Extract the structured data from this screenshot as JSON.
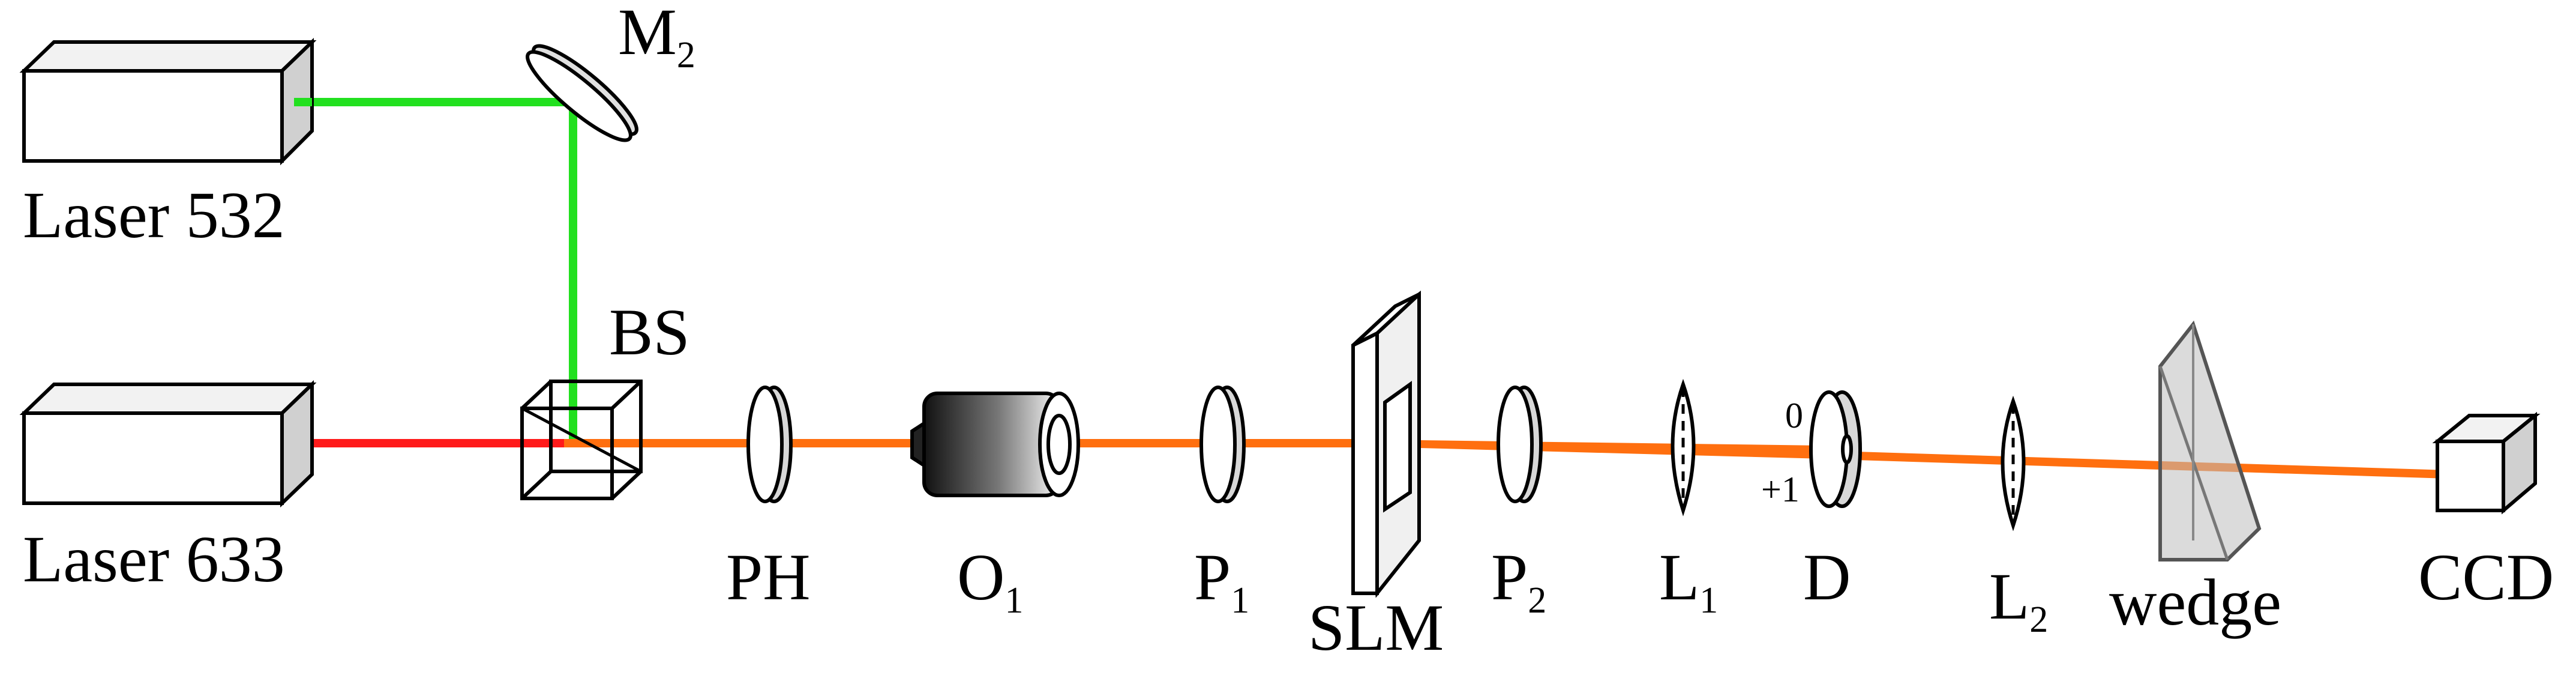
{
  "labels": {
    "laser532": "Laser 532",
    "laser633": "Laser 633",
    "mirror": "M",
    "mirror_sub": "2",
    "beamsplitter": "BS",
    "pinhole": "PH",
    "objective": "O",
    "objective_sub": "1",
    "polarizer1": "P",
    "polarizer1_sub": "1",
    "slm": "SLM",
    "polarizer2": "P",
    "polarizer2_sub": "2",
    "lens1": "L",
    "lens1_sub": "1",
    "diaphragm": "D",
    "lens2": "L",
    "lens2_sub": "2",
    "wedge": "wedge",
    "ccd": "CCD",
    "order0": "0",
    "order_plus1": "+1"
  },
  "colors": {
    "green_beam": "#22e01f",
    "red_beam": "#ff1a1a",
    "orange_beam": "#ff6f0f",
    "outline": "#000000",
    "box_side": "#d0d0d0",
    "wedge_fill": "#bdbdbd"
  }
}
